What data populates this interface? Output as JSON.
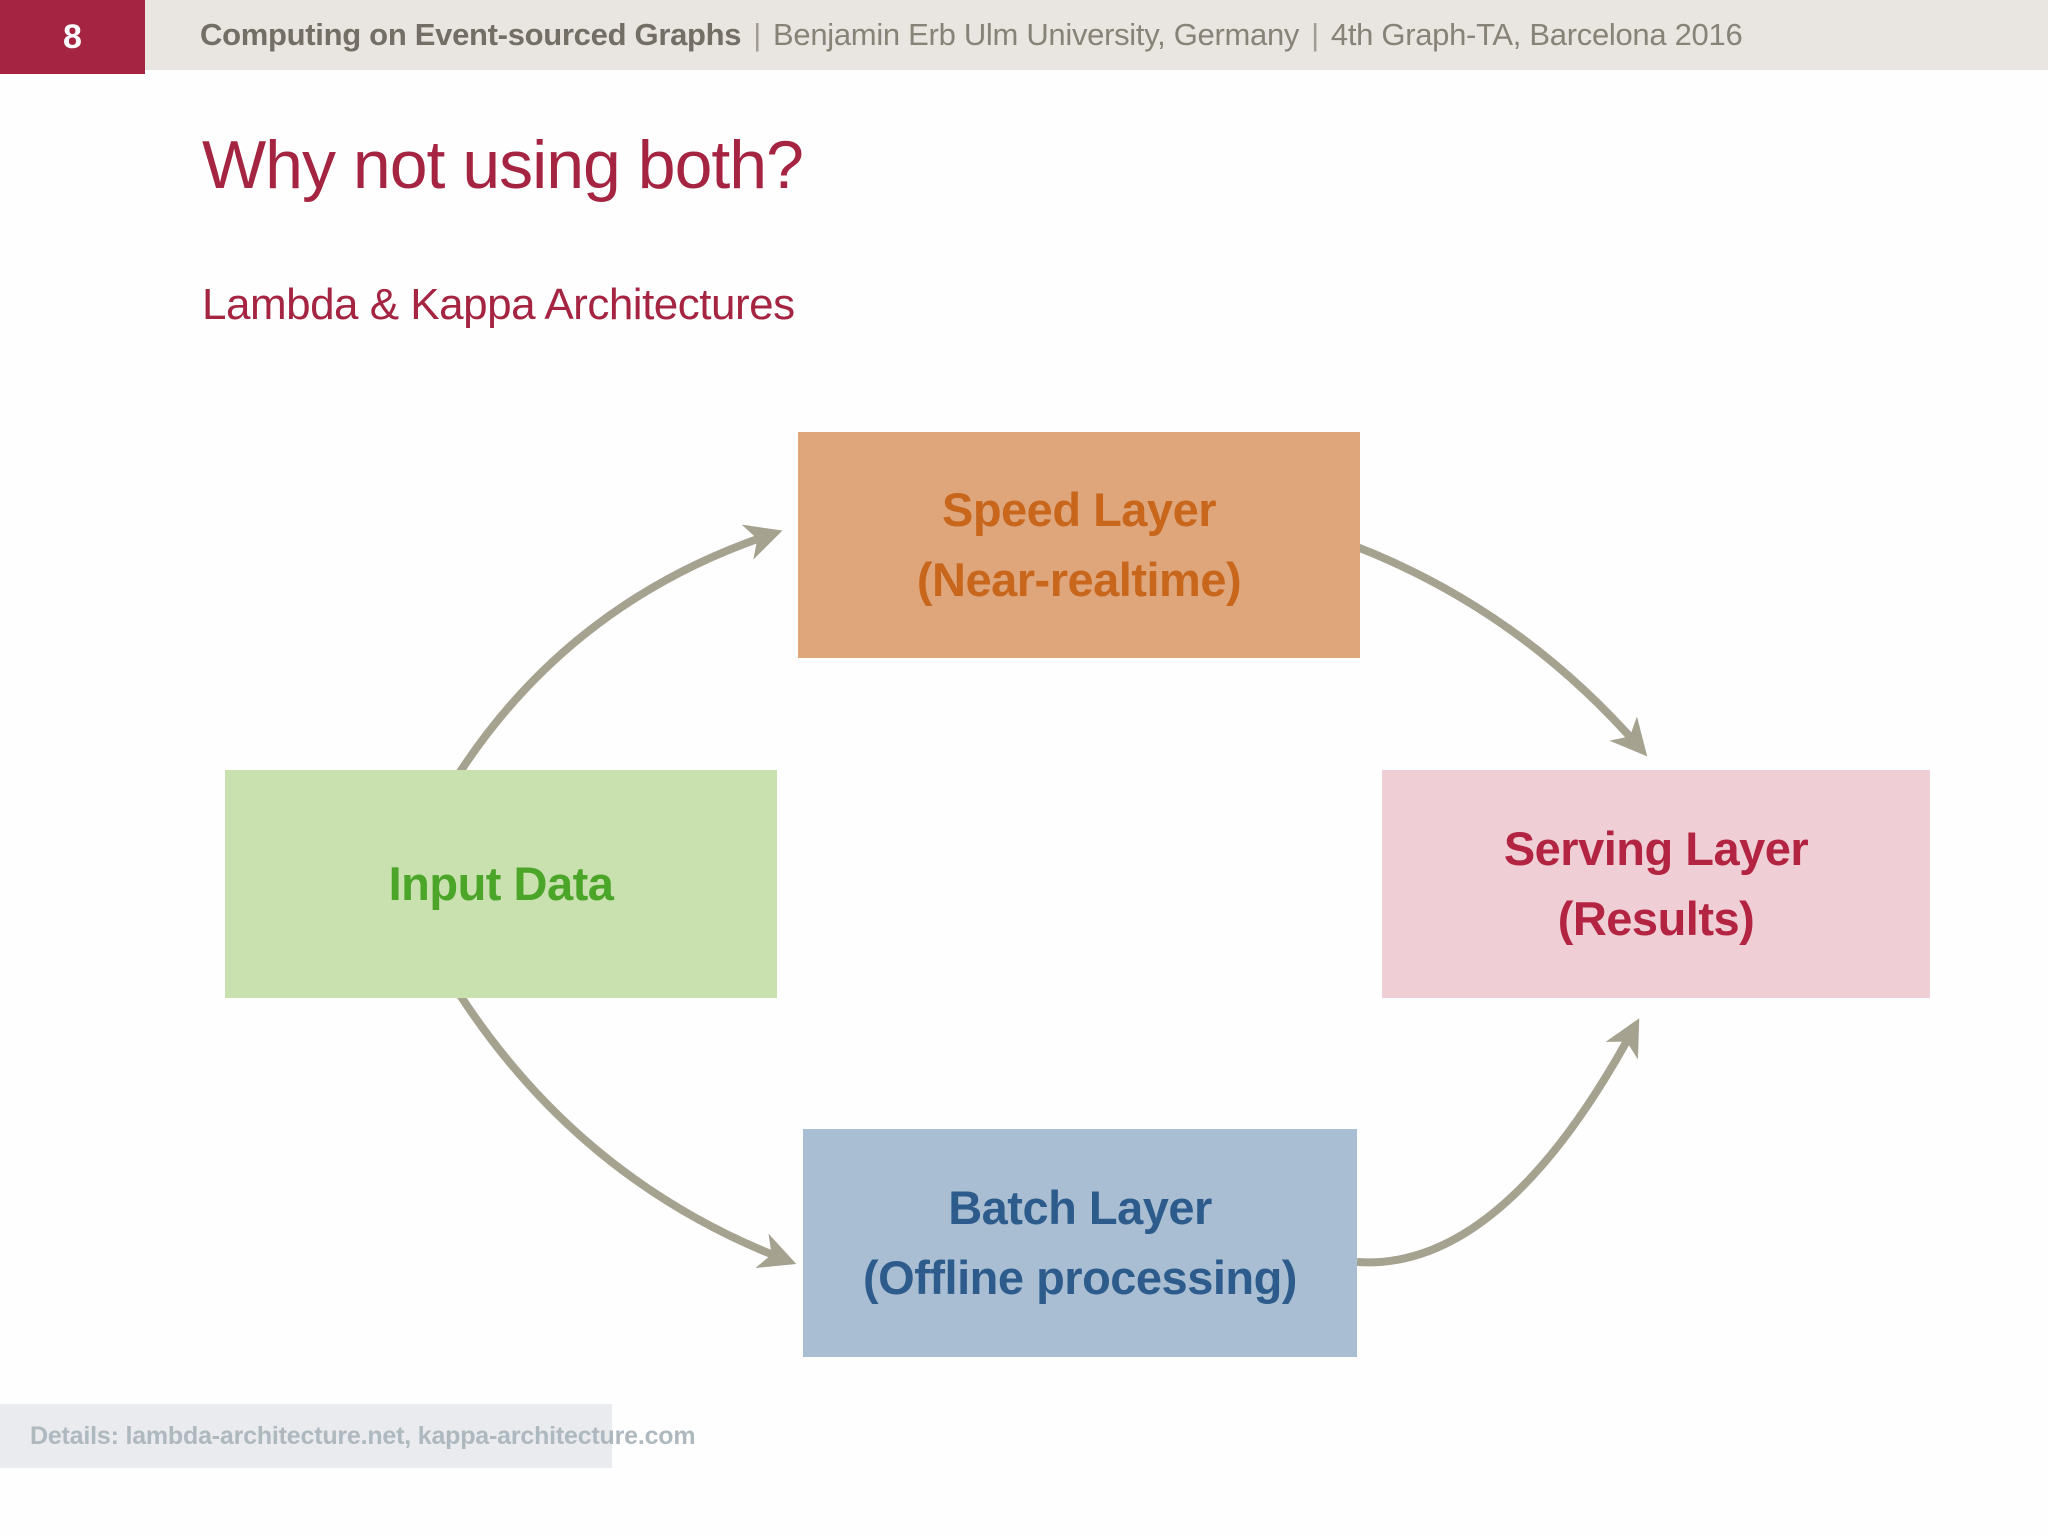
{
  "header": {
    "slide_number": "8",
    "presentation_title": "Computing on Event-sourced Graphs",
    "separator": "|",
    "author": "Benjamin Erb Ulm University, Germany",
    "event": "4th Graph-TA, Barcelona 2016",
    "badge_color": "#a52441",
    "bar_color": "#e9e5e1"
  },
  "slide": {
    "title": "Why not using both?",
    "subtitle": "Lambda & Kappa Architectures",
    "accent_color": "#a52441"
  },
  "diagram": {
    "arrow_color": "#a5a28f",
    "nodes": [
      {
        "id": "input",
        "line1": "Input Data",
        "line2": "",
        "fill": "#c9e0af",
        "text_color": "#4aa528"
      },
      {
        "id": "speed",
        "line1": "Speed Layer",
        "line2": "(Near-realtime)",
        "fill": "#dfa67b",
        "text_color": "#c8661c"
      },
      {
        "id": "batch",
        "line1": "Batch Layer",
        "line2": "(Offline processing)",
        "fill": "#a9bed2",
        "text_color": "#2d5c8c"
      },
      {
        "id": "serving",
        "line1": "Serving Layer",
        "line2": "(Results)",
        "fill": "#f0ced5",
        "text_color": "#b22441"
      }
    ],
    "edges": [
      {
        "from": "input",
        "to": "speed"
      },
      {
        "from": "speed",
        "to": "serving"
      },
      {
        "from": "input",
        "to": "batch"
      },
      {
        "from": "batch",
        "to": "serving"
      }
    ]
  },
  "footer": {
    "text": "Details: lambda-architecture.net, kappa-architecture.com"
  }
}
